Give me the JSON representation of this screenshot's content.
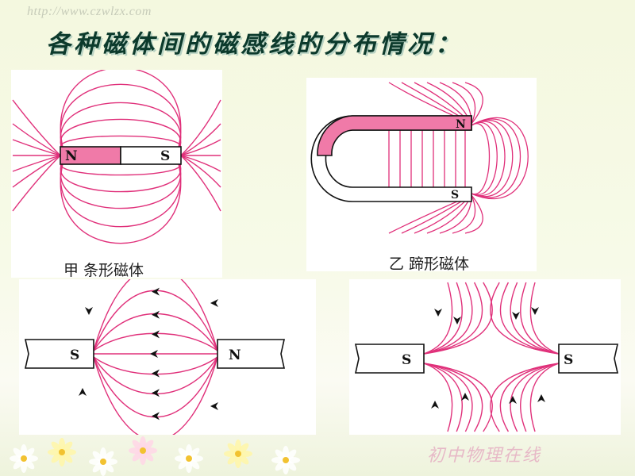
{
  "watermark": "http://www.czwlzx.com",
  "title": "各种磁体间的磁感线的分布情况：",
  "panels": {
    "bar": {
      "caption": "甲  条形磁体",
      "pole_n": "N",
      "pole_s": "S"
    },
    "horseshoe": {
      "caption": "乙  蹄形磁体",
      "pole_n": "N",
      "pole_s": "S"
    },
    "opposite": {
      "pole_left": "S",
      "pole_right": "N"
    },
    "like": {
      "pole_left": "S",
      "pole_right": "S"
    }
  },
  "brand": "初中物理在线",
  "colors": {
    "field_line": "#e0307a",
    "magnet_pink": "#f07aa8",
    "title": "#0c3a2c"
  }
}
